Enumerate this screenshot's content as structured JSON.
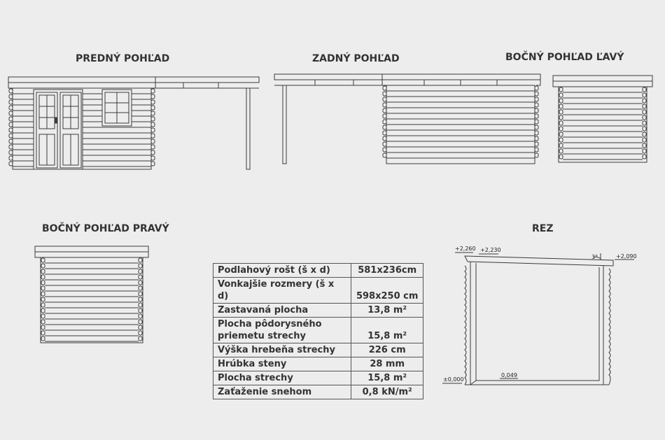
{
  "views": {
    "front": "PREDNÝ POHĽAD",
    "back": "ZADNÝ POHĽAD",
    "side_left": "BOČNÝ POHĽAD ĽAVÝ",
    "side_right": "BOČNÝ POHĽAD PRAVÝ",
    "section": "REZ"
  },
  "specs": [
    {
      "label": "Podlahový rošt (š x d)",
      "value": "581x236cm"
    },
    {
      "label": "Vonkajšie rozmery (š x d)",
      "value": "598x250 cm"
    },
    {
      "label": "Zastavaná plocha",
      "value": "13,8 m²"
    },
    {
      "label": "Plocha pôdorysného priemetu strechy",
      "value": "15,8 m²"
    },
    {
      "label": "Výška hrebeňa strechy",
      "value": "226 cm"
    },
    {
      "label": "Hrúbka steny",
      "value": "28 mm"
    },
    {
      "label": "Plocha strechy",
      "value": "15,8 m²"
    },
    {
      "label": "Zaťaženie snehom",
      "value": "0,8 kN/m²"
    }
  ],
  "section_dims": {
    "top_left": "+2,260",
    "top_mid": "+2,230",
    "top_right": "+2,090",
    "angle": "3°",
    "floor": "0,049",
    "base": "±0,000"
  },
  "colors": {
    "line": "#3a3a3a",
    "background": "#ededed"
  }
}
